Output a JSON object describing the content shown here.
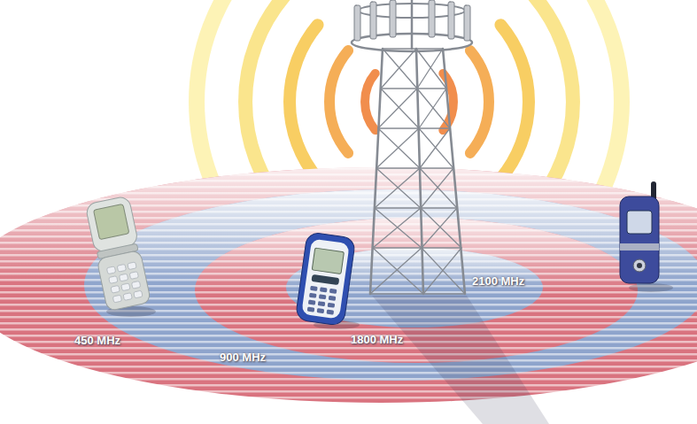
{
  "diagram": {
    "nodes": [
      {
        "text": [
          "450 MHz"
        ]
      },
      {
        "text": [
          "900 MHz"
        ],
        "in": 0
      },
      {
        "text": [
          "1800 MHz"
        ],
        "in": 1
      },
      {
        "text": [
          "2100 MHz"
        ],
        "in": 2
      }
    ]
  }
}
